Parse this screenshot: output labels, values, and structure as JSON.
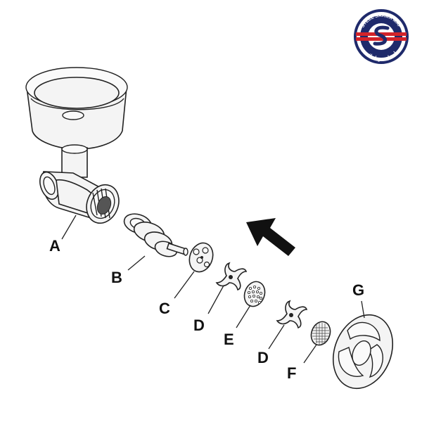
{
  "logo": {
    "text_top": "STEEL SARMA MAF",
    "text_bottom": "استیل سرما ماف",
    "colors": {
      "ring": "#1f2a6b",
      "accent": "#d2232a",
      "fill": "#ffffff"
    }
  },
  "labels": {
    "A": "A",
    "B": "B",
    "C": "C",
    "D1": "D",
    "E": "E",
    "D2": "D",
    "F": "F",
    "G": "G"
  },
  "arrow": {
    "icon": "direction-arrow-icon"
  }
}
